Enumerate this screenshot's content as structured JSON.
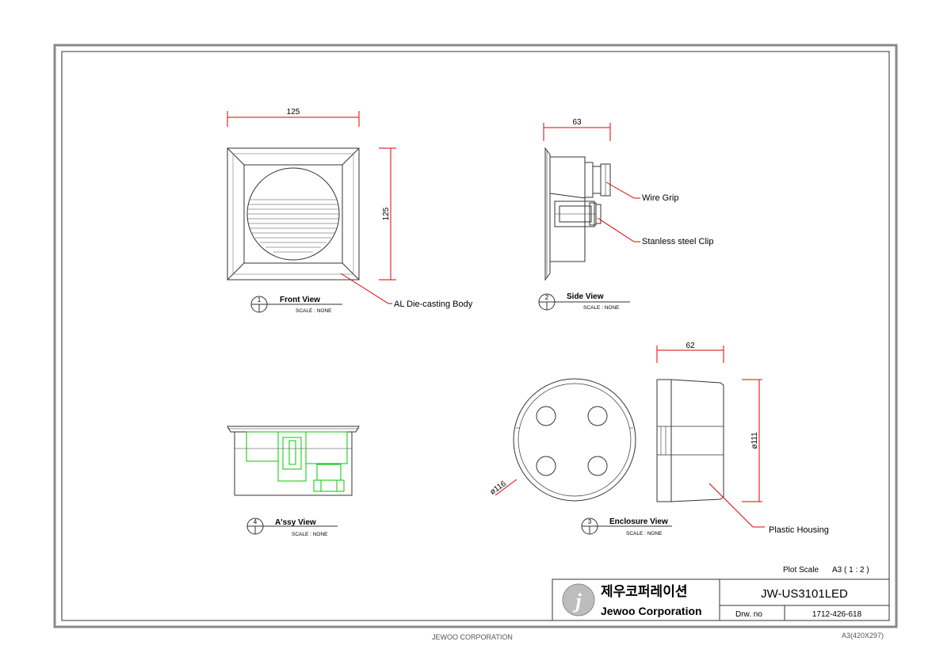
{
  "views": {
    "front": {
      "number": "1",
      "title": "Front View",
      "scale": "SCALE : NONE"
    },
    "side": {
      "number": "2",
      "title": "Side View",
      "scale": "SCALE : NONE"
    },
    "enclosure": {
      "number": "3",
      "title": "Enclosure View",
      "scale": "SCALE : NONE"
    },
    "assy": {
      "number": "4",
      "title": "A'ssy View",
      "scale": "SCALE : NONE"
    }
  },
  "dimensions": {
    "front_width": "125",
    "front_height": "125",
    "side_depth": "63",
    "enclosure_depth": "62",
    "enclosure_height": "ø111",
    "enclosure_diameter": "ø116"
  },
  "callouts": {
    "body": "AL Die-casting Body",
    "wire_grip": "Wire Grip",
    "clip": "Stanless steel Clip",
    "housing": "Plastic Housing"
  },
  "title_block": {
    "plot_scale_label": "Plot Scale",
    "plot_scale_value": "A3 ( 1 : 2 )",
    "company_korean": "제우코퍼레이션",
    "company_english": "Jewoo Corporation",
    "part_number": "JW-US3101LED",
    "drawing_no_label": "Drw. no",
    "drawing_no": "1712-426-618"
  },
  "footer": {
    "company": "JEWOO CORPORATION",
    "paper": "A3(420X297)"
  },
  "colors": {
    "dimension": "#e00000",
    "assembly": "#00c800",
    "frame": "#808080"
  }
}
